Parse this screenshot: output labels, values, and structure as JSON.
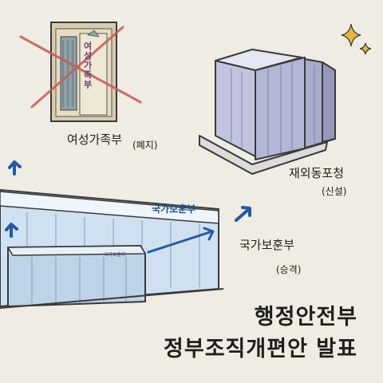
{
  "illustration": {
    "closed_building": {
      "sign_text": "여성가족부",
      "label": "여성가족부",
      "status": "(폐지)"
    },
    "new_building": {
      "label": "재외동포청",
      "status": "(신설)"
    },
    "promoted_building": {
      "sign_text": "국가보훈부",
      "entrance_sign_text": "국가보훈처",
      "label": "국가보훈부",
      "status": "(승격)"
    },
    "title": {
      "line1": "행정안전부",
      "line2": "정부조직개편안 발표"
    },
    "colors": {
      "background": "#efece4",
      "strike_x": "#c85c56",
      "arrow": "#2459a6",
      "sparkle": "#e6b83a",
      "building_purple": "#b7b9d8",
      "building_blue": "#c8dcef"
    }
  }
}
